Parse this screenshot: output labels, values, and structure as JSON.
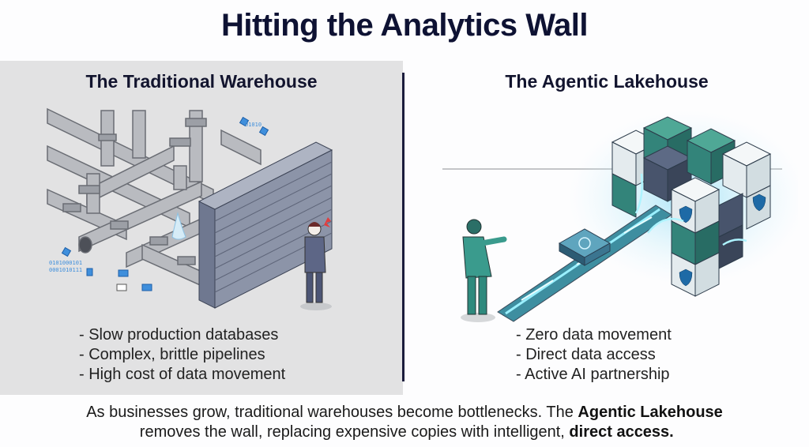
{
  "title": "Hitting the Analytics Wall",
  "left": {
    "heading": "The Traditional Warehouse",
    "illustration": "pipes-and-brick-wall-illustration",
    "binary_text": [
      "0101000101",
      "0001010111",
      "01010"
    ],
    "bullets": [
      "- Slow production databases",
      "- Complex, brittle pipelines",
      "- High cost of data movement"
    ]
  },
  "right": {
    "heading": "The Agentic Lakehouse",
    "illustration": "ai-pipeline-to-data-cube-illustration",
    "bullets": [
      "- Zero data movement",
      "- Direct data access",
      "- Active AI partnership"
    ]
  },
  "caption": {
    "part1": "As businesses grow, traditional warehouses become bottlenecks. The ",
    "bold1": "Agentic Lakehouse",
    "part2": " removes the wall, replacing expensive copies with intelligent, ",
    "bold2": "direct access."
  },
  "colors": {
    "title": "#0e1233",
    "left_panel_bg": "#e2e2e3",
    "divider": "#1b1c3c",
    "teal_accent": "#2f9c8c",
    "cyan_glow": "#6fd3f0"
  }
}
